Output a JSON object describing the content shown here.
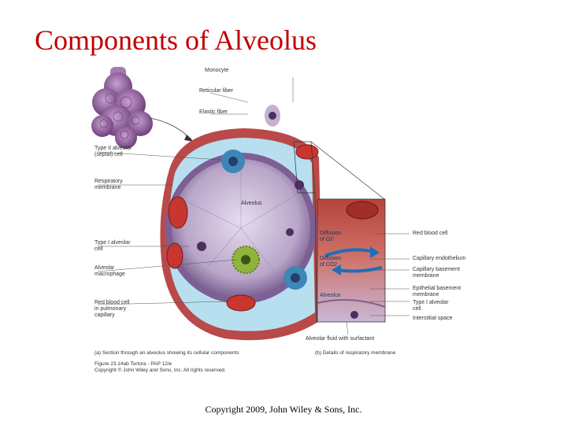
{
  "slide": {
    "title": "Components of Alveolus",
    "copyright": "Copyright 2009, John Wiley & Sons, Inc."
  },
  "figure": {
    "labels": {
      "monocyte": "Monocyte",
      "reticular_fiber": "Reticular fiber",
      "elastic_fiber": "Elastic fiber",
      "type_ii_cell": [
        "Type II alveolar",
        "(septal) cell"
      ],
      "respiratory_membrane": [
        "Respiratory",
        "membrane"
      ],
      "alveolus": "Alveolus",
      "type_i_cell": [
        "Type I alveolar",
        "cell"
      ],
      "alveolar_macrophage": [
        "Alveolar",
        "macrophage"
      ],
      "red_blood_cell_capillary": [
        "Red blood cell",
        "in pulmonary",
        "capillary"
      ],
      "red_blood_cell": "Red blood cell",
      "capillary_endothelium": "Capillary endothelium",
      "capillary_basement_membrane": [
        "Capillary basement",
        "membrane"
      ],
      "epithelial_basement_membrane": [
        "Epithelial basement",
        "membrane"
      ],
      "type_i_cell_right": [
        "Type I alveolar",
        "cell"
      ],
      "interstitial_space": "Interstitial space",
      "alveolar_fluid": "Alveolar fluid with surfactant"
    },
    "inset_labels": {
      "diffusion_o2": [
        "Diffusion",
        "of O2"
      ],
      "diffusion_co2": [
        "Diffusion",
        "of CO2"
      ],
      "alveolus": "Alveolus"
    },
    "captions": {
      "a": "(a) Section through an alveolus showing its cellular components",
      "b": "(b) Details of respiratory membrane",
      "figure_ref": "Figure 23.14ab Tortora - PAP 12/e",
      "copyright_line": "Copyright © John Wiley and Sons, Inc. All rights reserved."
    }
  }
}
